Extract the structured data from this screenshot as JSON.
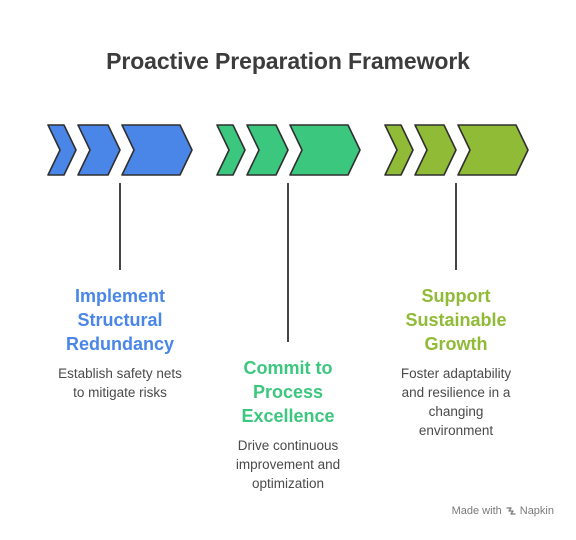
{
  "title": "Proactive Preparation Framework",
  "steps": [
    {
      "heading": [
        "Implement",
        "Structural",
        "Redundancy"
      ],
      "description": [
        "Establish safety nets",
        "to mitigate risks"
      ],
      "color": "#4a86e8",
      "stroke": "#2f2f2f"
    },
    {
      "heading": [
        "Commit to",
        "Process",
        "Excellence"
      ],
      "description": [
        "Drive continuous",
        "improvement and",
        "optimization"
      ],
      "color": "#3cc77f",
      "stroke": "#2f2f2f"
    },
    {
      "heading": [
        "Support",
        "Sustainable",
        "Growth"
      ],
      "description": [
        "Foster adaptability",
        "and resilience in a",
        "changing",
        "environment"
      ],
      "color": "#8fbb36",
      "stroke": "#2f2f2f"
    }
  ],
  "footer": {
    "made_with": "Made with",
    "brand": "Napkin"
  }
}
